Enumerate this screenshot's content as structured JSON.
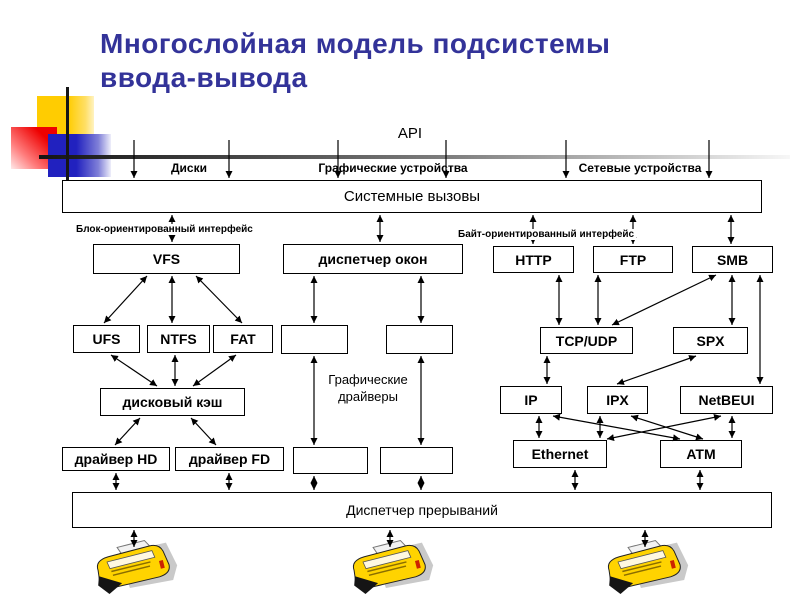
{
  "slide": {
    "title_line1": "Многослойная модель подсистемы",
    "title_line2": "ввода-вывода"
  },
  "labels": {
    "api": "API",
    "disks": "Диски",
    "graphic_devices": "Графические устройства",
    "network_devices": "Сетевые устройства",
    "block_interface": "Блок-ориентированный интерфейс",
    "byte_interface": "Байт-ориентированный интерфейс",
    "graphic_drivers_line1": "Графические",
    "graphic_drivers_line2": "драйверы"
  },
  "boxes": {
    "system_calls": "Системные вызовы",
    "vfs": "VFS",
    "window_manager": "диспетчер окон",
    "http": "HTTP",
    "ftp": "FTP",
    "smb": "SMB",
    "ufs": "UFS",
    "ntfs": "NTFS",
    "fat": "FAT",
    "tcp_udp": "TCP/UDP",
    "spx": "SPX",
    "disk_cache": "дисковый кэш",
    "ip": "IP",
    "ipx": "IPX",
    "netbeui": "NetBEUI",
    "driver_hd": "драйвер HD",
    "driver_fd": "драйвер FD",
    "ethernet": "Ethernet",
    "atm": "ATM",
    "interrupt_dispatcher": "Диспетчер прерываний",
    "graphics_upper_left": "",
    "graphics_upper_right": "",
    "graphics_lower_left": "",
    "graphics_lower_right": ""
  },
  "printers": {
    "count": 3,
    "icon": "printer-icon"
  },
  "colors": {
    "background": "#FFFFFF",
    "title": "#333399",
    "line": "#000000",
    "accent_yellow": "#FFCC01",
    "accent_red": "#EE0000",
    "accent_blue": "#2121BF",
    "rule_gradient_start": "#141414",
    "rule_gradient_end": "#F7F7F7"
  },
  "edges": [
    "API → Системные вызовы (Диски, 2 стрелки)",
    "API → Системные вызовы (Графические устройства, 2 стрелки)",
    "API → Системные вызовы (Сетевые устройства, 2 стрелки)",
    "Системные вызовы ↔ VFS",
    "Системные вызовы ↔ диспетчер окон",
    "Системные вызовы ↔ HTTP",
    "Системные вызовы ↔ FTP",
    "Системные вызовы ↔ SMB",
    "VFS ↔ UFS",
    "VFS ↔ NTFS",
    "VFS ↔ FAT",
    "диспетчер окон ↔ графический модуль 1",
    "диспетчер окон ↔ графический модуль 2",
    "HTTP ↔ TCP/UDP",
    "FTP ↔ TCP/UDP",
    "SMB ↔ TCP/UDP",
    "SMB ↔ SPX",
    "SMB ↔ NetBEUI",
    "UFS ↔ дисковый кэш",
    "NTFS ↔ дисковый кэш",
    "FAT ↔ дисковый кэш",
    "TCP/UDP ↔ IP",
    "SPX ↔ IPX",
    "графический модуль 1 ↔ графический драйвер 1",
    "графический модуль 2 ↔ графический драйвер 2",
    "дисковый кэш ↔ драйвер HD",
    "дисковый кэш ↔ драйвер FD",
    "IP ↔ Ethernet",
    "IPX ↔ Ethernet",
    "NetBEUI ↔ Ethernet",
    "IP ↔ ATM",
    "IPX ↔ ATM",
    "NetBEUI ↔ ATM",
    "драйвер HD ↔ Диспетчер прерываний",
    "драйвер FD ↔ Диспетчер прерываний",
    "графический драйвер 1 ↔ Диспетчер прерываний",
    "графический драйвер 2 ↔ Диспетчер прерываний",
    "Ethernet ↔ Диспетчер прерываний",
    "ATM ↔ Диспетчер прерываний",
    "Диспетчер прерываний ↔ принтер 1",
    "Диспетчер прерываний ↔ принтер 2",
    "Диспетчер прерываний ↔ принтер 3"
  ]
}
